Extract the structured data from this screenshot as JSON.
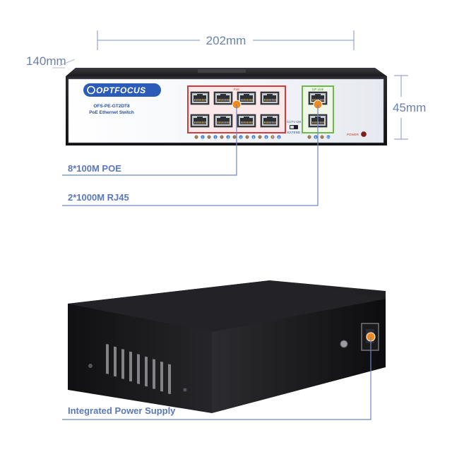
{
  "dimensions": {
    "width": "202mm",
    "depth": "140mm",
    "height": "45mm"
  },
  "front_panel": {
    "brand": "OPTFOCUS",
    "model": "OFS-PE-GT2DT8",
    "description": "PoE Ethernet Switch",
    "poe_group_label": "PoE",
    "uplink_group_label": "UP Link",
    "port_numbers": [
      "1",
      "2",
      "3",
      "4",
      "5",
      "6",
      "7",
      "8"
    ],
    "uplink_numbers": [
      "9",
      "10"
    ],
    "switch_labels": [
      "CCTV ON",
      "EXTEND"
    ],
    "power_label": "POWER"
  },
  "callouts": {
    "poe_ports": "8*100M POE",
    "uplink_ports": "2*1000M RJ45",
    "power_supply": "Integrated Power Supply"
  },
  "colors": {
    "poe_frame": "#d23b3b",
    "uplink_frame": "#6fb84a",
    "marker": "#f08a1c",
    "callout_line": "#6d86c6",
    "dimension_text": "#6a7fae"
  }
}
